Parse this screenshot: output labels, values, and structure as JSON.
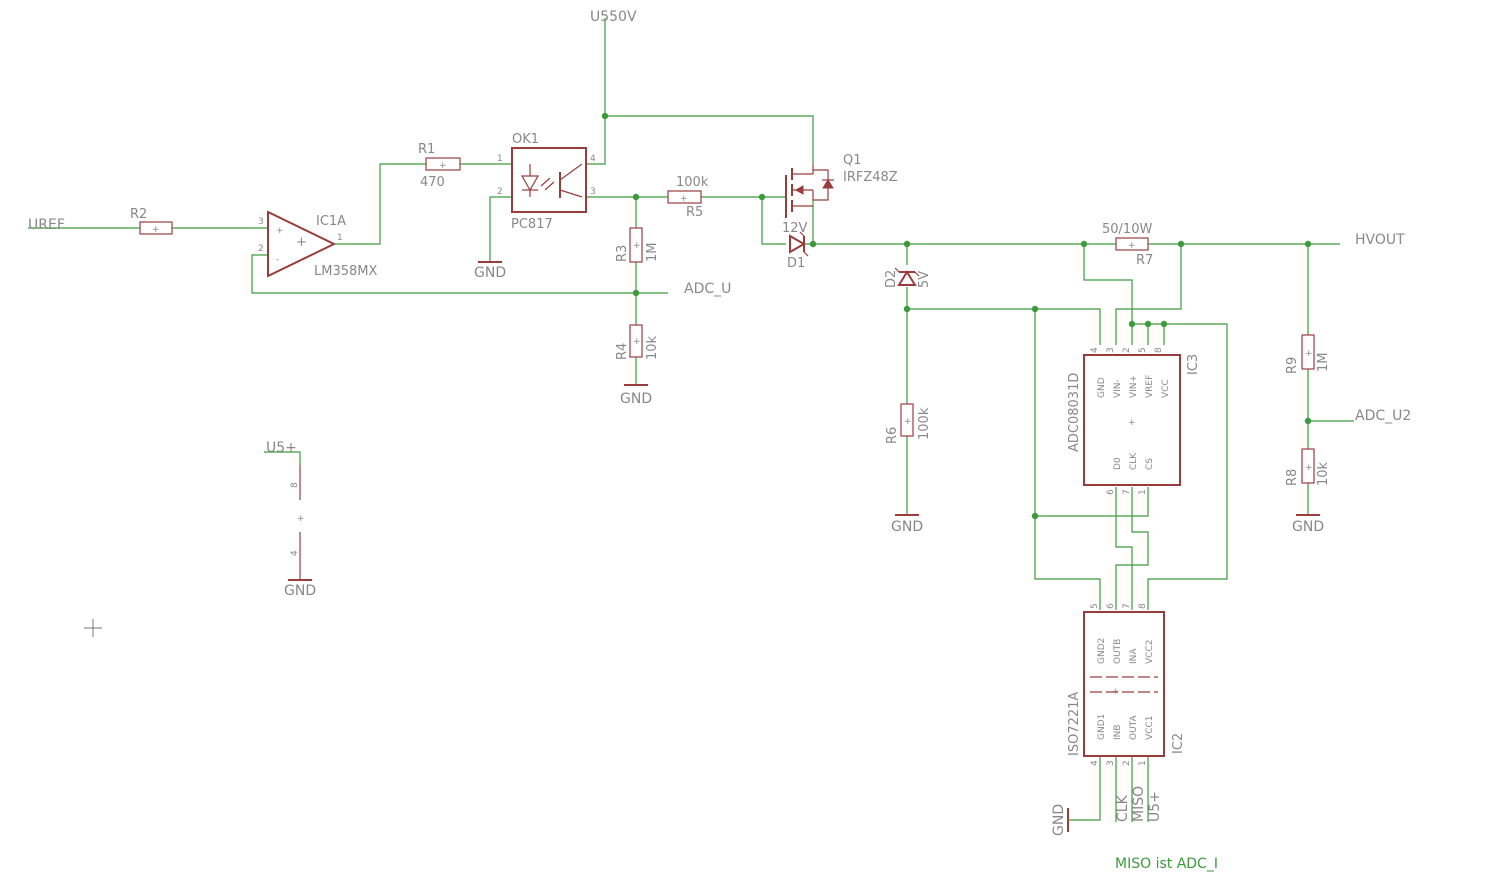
{
  "nets": {
    "uref": "UREF",
    "u550": "U550V",
    "adc_u": "ADC_U",
    "hvout": "HVOUT",
    "adc_u2": "ADC_U2",
    "u5": "U5+",
    "gnd": "GND",
    "clk": "CLK",
    "miso": "MISO"
  },
  "components": {
    "r1": {
      "name": "R1",
      "value": "470"
    },
    "r2": {
      "name": "R2"
    },
    "r3": {
      "name": "R3",
      "value": "1M"
    },
    "r4": {
      "name": "R4",
      "value": "10k"
    },
    "r5": {
      "name": "R5",
      "value": "100k"
    },
    "r6": {
      "name": "R6",
      "value": "100k"
    },
    "r7": {
      "name": "R7",
      "value": "50/10W"
    },
    "r8": {
      "name": "R8",
      "value": "10k"
    },
    "r9": {
      "name": "R9",
      "value": "1M"
    },
    "ic1a": {
      "name": "IC1A",
      "value": "LM358MX"
    },
    "ok1": {
      "name": "OK1",
      "value": "PC817"
    },
    "q1": {
      "name": "Q1",
      "value": "IRFZ48Z"
    },
    "d1": {
      "name": "D1",
      "value": "12V"
    },
    "d2": {
      "name": "D2",
      "value": "5V"
    },
    "ic3": {
      "name": "IC3",
      "value": "ADC08031D",
      "pins_top": [
        "GND",
        "VIN-",
        "VIN+",
        "VREF",
        "VCC"
      ],
      "pins_bottom": [
        "D0",
        "CLK",
        "CS"
      ]
    },
    "ic2": {
      "name": "IC2",
      "value": "ISO7221A",
      "pins_top": [
        "GND2",
        "OUTB",
        "INA",
        "VCC2"
      ],
      "pins_bottom": [
        "GND1",
        "INB",
        "OUTA",
        "VCC1"
      ]
    }
  },
  "pin_numbers": {
    "ic1a": [
      "3",
      "2",
      "1"
    ],
    "ok1": [
      "1",
      "2",
      "4",
      "3"
    ],
    "ic3_top": [
      "4",
      "3",
      "2",
      "5",
      "8"
    ],
    "ic3_bottom": [
      "6",
      "7",
      "1"
    ],
    "ic2_top": [
      "5",
      "6",
      "7",
      "8"
    ],
    "ic2_bottom": [
      "4",
      "3",
      "2",
      "1"
    ],
    "supply": [
      "8",
      "4"
    ]
  },
  "note": "MISO ist ADC_I",
  "colors": {
    "wire": "#3c9a3c",
    "part": "#9a3c3c",
    "text": "#888888"
  }
}
